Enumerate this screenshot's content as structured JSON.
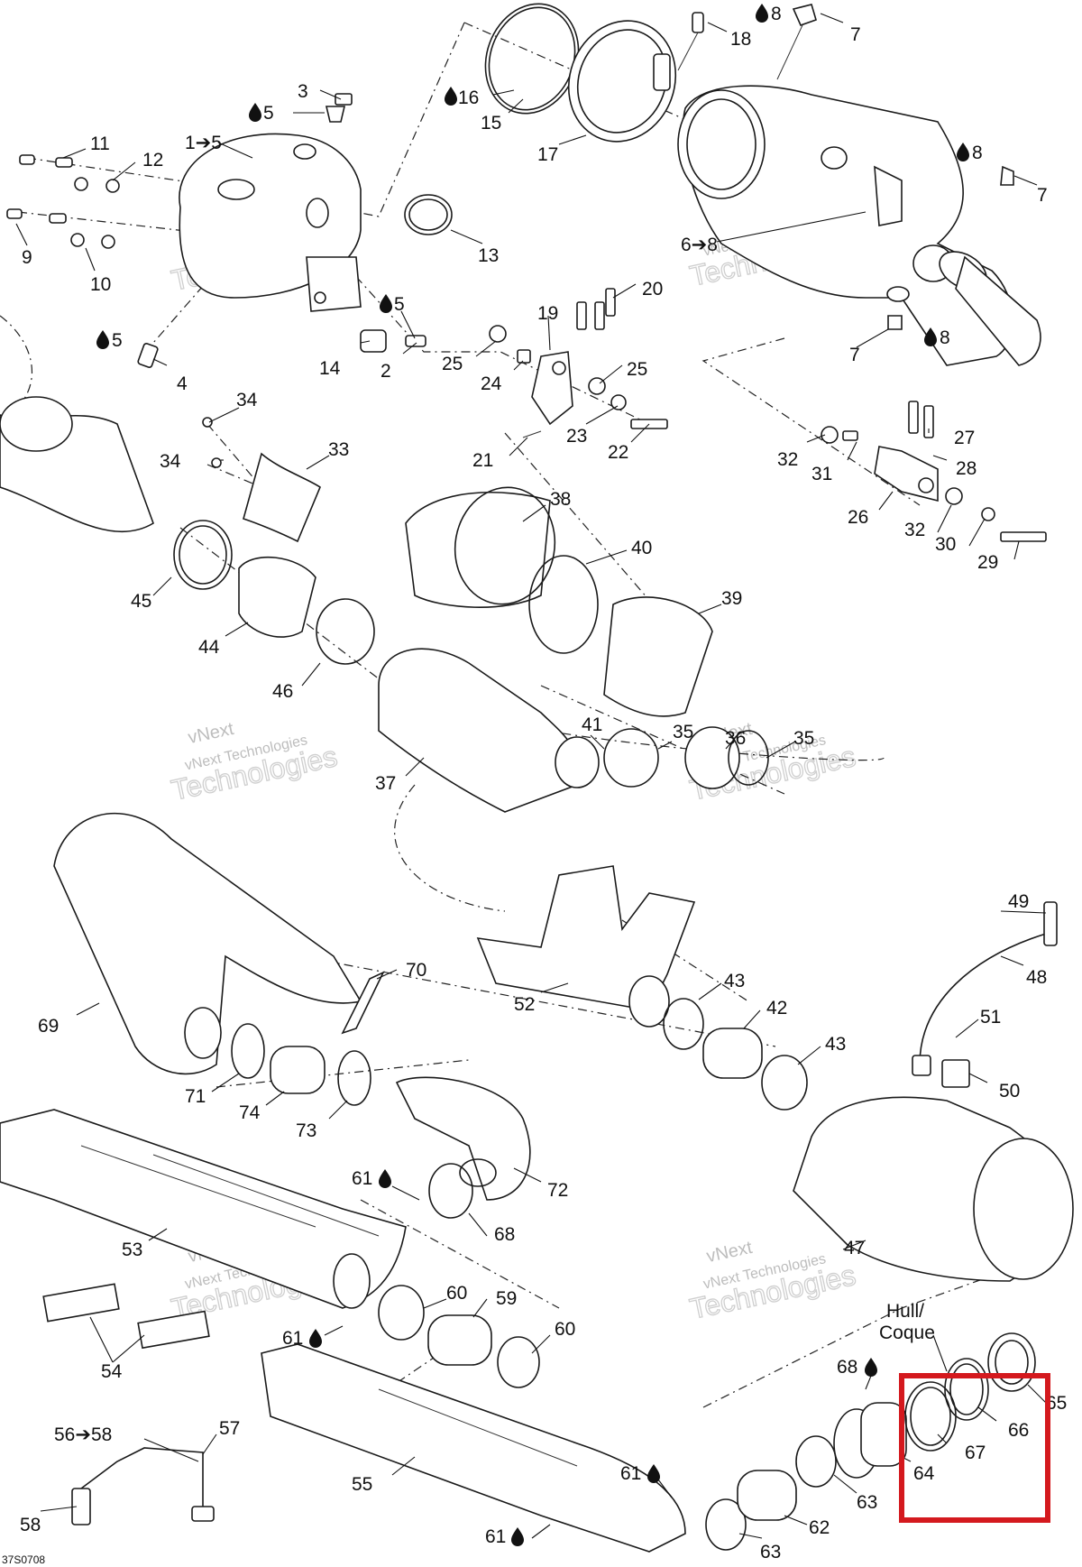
{
  "diagram_code": "37S0708",
  "watermark": {
    "line1": "vNext",
    "line2": "vNext Technologies",
    "line3": "Technologies"
  },
  "hull_label": {
    "line1": "Hull/",
    "line2": "Coque"
  },
  "callouts": [
    {
      "id": "c3",
      "text": "3"
    },
    {
      "id": "c5a",
      "text": "5",
      "drop": true
    },
    {
      "id": "c1-5",
      "text": "1➔5"
    },
    {
      "id": "c11",
      "text": "11"
    },
    {
      "id": "c12",
      "text": "12"
    },
    {
      "id": "c9",
      "text": "9"
    },
    {
      "id": "c10",
      "text": "10"
    },
    {
      "id": "c16",
      "text": "16",
      "drop": true
    },
    {
      "id": "c15",
      "text": "15"
    },
    {
      "id": "c17",
      "text": "17"
    },
    {
      "id": "c18",
      "text": "18"
    },
    {
      "id": "c8a",
      "text": "8",
      "drop": true
    },
    {
      "id": "c7a",
      "text": "7"
    },
    {
      "id": "c8b",
      "text": "8",
      "drop": true
    },
    {
      "id": "c7b",
      "text": "7"
    },
    {
      "id": "c13",
      "text": "13"
    },
    {
      "id": "c6-8",
      "text": "6➔8"
    },
    {
      "id": "c5b",
      "text": "5",
      "drop": true
    },
    {
      "id": "c5c",
      "text": "5",
      "drop": true
    },
    {
      "id": "c4",
      "text": "4"
    },
    {
      "id": "c14",
      "text": "14"
    },
    {
      "id": "c2",
      "text": "2"
    },
    {
      "id": "c25a",
      "text": "25"
    },
    {
      "id": "c24",
      "text": "24"
    },
    {
      "id": "c19",
      "text": "19"
    },
    {
      "id": "c20",
      "text": "20"
    },
    {
      "id": "c25b",
      "text": "25"
    },
    {
      "id": "c23",
      "text": "23"
    },
    {
      "id": "c22",
      "text": "22"
    },
    {
      "id": "c21",
      "text": "21"
    },
    {
      "id": "c7c",
      "text": "7"
    },
    {
      "id": "c8c",
      "text": "8",
      "drop": true
    },
    {
      "id": "c27",
      "text": "27"
    },
    {
      "id": "c32a",
      "text": "32"
    },
    {
      "id": "c31",
      "text": "31"
    },
    {
      "id": "c28",
      "text": "28"
    },
    {
      "id": "c26",
      "text": "26"
    },
    {
      "id": "c32b",
      "text": "32"
    },
    {
      "id": "c30",
      "text": "30"
    },
    {
      "id": "c29",
      "text": "29"
    },
    {
      "id": "c34a",
      "text": "34"
    },
    {
      "id": "c34b",
      "text": "34"
    },
    {
      "id": "c33",
      "text": "33"
    },
    {
      "id": "c38",
      "text": "38"
    },
    {
      "id": "c40",
      "text": "40"
    },
    {
      "id": "c39",
      "text": "39"
    },
    {
      "id": "c45",
      "text": "45"
    },
    {
      "id": "c44",
      "text": "44"
    },
    {
      "id": "c46",
      "text": "46"
    },
    {
      "id": "c37",
      "text": "37"
    },
    {
      "id": "c41",
      "text": "41"
    },
    {
      "id": "c35a",
      "text": "35"
    },
    {
      "id": "c36",
      "text": "36"
    },
    {
      "id": "c35b",
      "text": "35"
    },
    {
      "id": "c69",
      "text": "69"
    },
    {
      "id": "c70",
      "text": "70"
    },
    {
      "id": "c71",
      "text": "71"
    },
    {
      "id": "c74",
      "text": "74"
    },
    {
      "id": "c73",
      "text": "73"
    },
    {
      "id": "c52",
      "text": "52"
    },
    {
      "id": "c43a",
      "text": "43"
    },
    {
      "id": "c42",
      "text": "42"
    },
    {
      "id": "c43b",
      "text": "43"
    },
    {
      "id": "c49",
      "text": "49"
    },
    {
      "id": "c48",
      "text": "48"
    },
    {
      "id": "c51",
      "text": "51"
    },
    {
      "id": "c50",
      "text": "50"
    },
    {
      "id": "c72",
      "text": "72"
    },
    {
      "id": "c61a",
      "text": "61",
      "drop": true
    },
    {
      "id": "c68a",
      "text": "68"
    },
    {
      "id": "c53",
      "text": "53"
    },
    {
      "id": "c60a",
      "text": "60"
    },
    {
      "id": "c59",
      "text": "59"
    },
    {
      "id": "c60b",
      "text": "60"
    },
    {
      "id": "c61b",
      "text": "61",
      "drop": true
    },
    {
      "id": "c54",
      "text": "54"
    },
    {
      "id": "c47",
      "text": "47"
    },
    {
      "id": "c68b",
      "text": "68",
      "drop": true
    },
    {
      "id": "c65",
      "text": "65"
    },
    {
      "id": "c66",
      "text": "66"
    },
    {
      "id": "c67",
      "text": "67"
    },
    {
      "id": "c64",
      "text": "64"
    },
    {
      "id": "c56-58",
      "text": "56➔58"
    },
    {
      "id": "c57",
      "text": "57"
    },
    {
      "id": "c55",
      "text": "55"
    },
    {
      "id": "c61c",
      "text": "61",
      "drop": true
    },
    {
      "id": "c63a",
      "text": "63"
    },
    {
      "id": "c62",
      "text": "62"
    },
    {
      "id": "c63b",
      "text": "63"
    },
    {
      "id": "c61d",
      "text": "61",
      "drop": true
    },
    {
      "id": "c58",
      "text": "58"
    }
  ],
  "colors": {
    "line": "#1a1a1a",
    "highlight": "#d4191e",
    "watermark": "#cfcfcf"
  }
}
